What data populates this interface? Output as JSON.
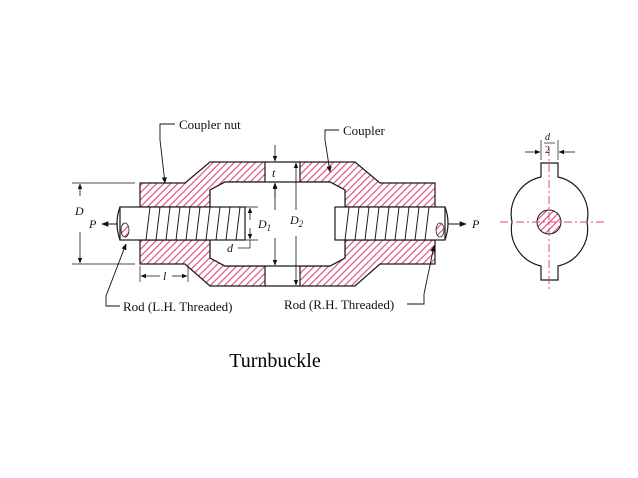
{
  "labels": {
    "coupler_nut": "Coupler nut",
    "coupler": "Coupler",
    "rod_lh": "Rod (L.H. Threaded)",
    "rod_rh": "Rod (R.H. Threaded)",
    "dim_D": "D",
    "dim_P_left": "P",
    "dim_P_right": "P",
    "dim_t": "t",
    "dim_d": "d",
    "dim_l": "l",
    "dim_D1": "D",
    "dim_D1_sub": "1",
    "dim_D2": "D",
    "dim_D2_sub": "2",
    "side_d": "d",
    "side_2": "2"
  },
  "caption": "Turnbuckle",
  "colors": {
    "hatch": "#e0457b",
    "centerline": "#e0457b",
    "outline": "#1a1a1a",
    "rod_fill": "#ffffff"
  }
}
